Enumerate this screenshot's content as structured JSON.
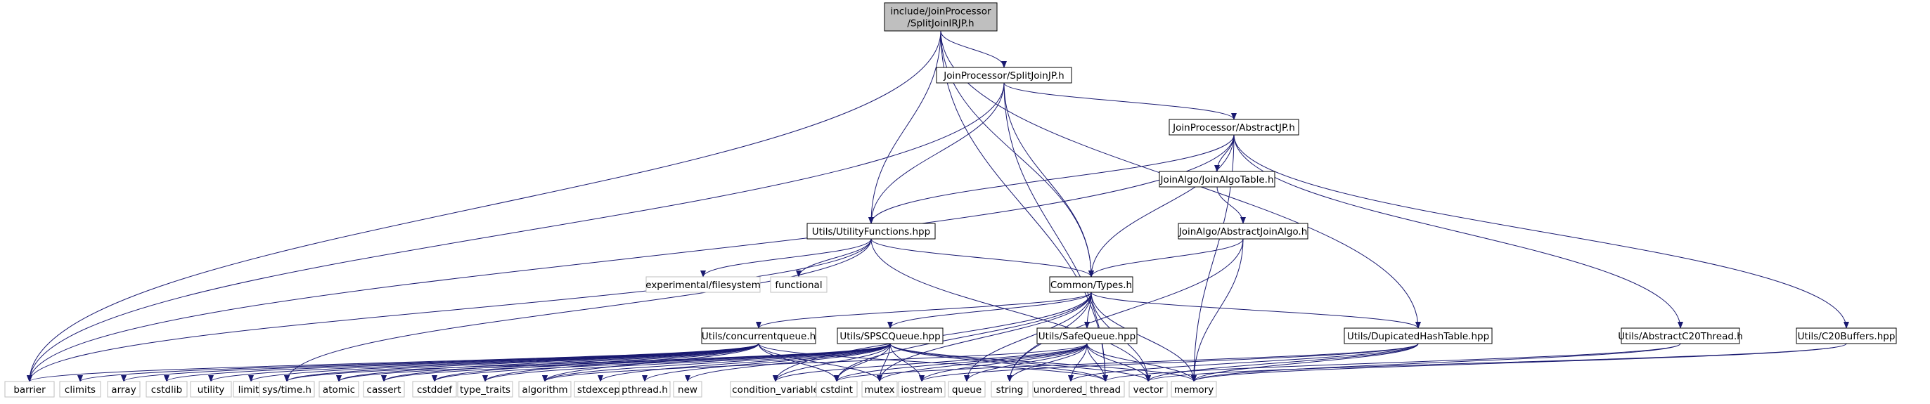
{
  "graph": {
    "colors": {
      "edge": "#191970",
      "node_border": "#000000",
      "root_fill": "#bfbfbf",
      "internal_fill": "#ffffff",
      "external_border": "#bfbfbf"
    },
    "nodes": [
      {
        "id": "root",
        "lines": [
          "include/JoinProcessor",
          "/SplitJoinIRJP.h"
        ],
        "kind": "root"
      },
      {
        "id": "splitjoin",
        "lines": [
          "JoinProcessor/SplitJoinJP.h"
        ],
        "kind": "internal"
      },
      {
        "id": "abstractjp",
        "lines": [
          "JoinProcessor/AbstractJP.h"
        ],
        "kind": "internal"
      },
      {
        "id": "utilfunc",
        "lines": [
          "Utils/UtilityFunctions.hpp"
        ],
        "kind": "internal"
      },
      {
        "id": "joinalgotable",
        "lines": [
          "JoinAlgo/JoinAlgoTable.h"
        ],
        "kind": "internal"
      },
      {
        "id": "abstractjoinalgo",
        "lines": [
          "JoinAlgo/AbstractJoinAlgo.h"
        ],
        "kind": "internal"
      },
      {
        "id": "types",
        "lines": [
          "Common/Types.h"
        ],
        "kind": "internal"
      },
      {
        "id": "concurrentqueue",
        "lines": [
          "Utils/concurrentqueue.h"
        ],
        "kind": "internal"
      },
      {
        "id": "spscqueue",
        "lines": [
          "Utils/SPSCQueue.hpp"
        ],
        "kind": "internal"
      },
      {
        "id": "safequeue",
        "lines": [
          "Utils/SafeQueue.hpp"
        ],
        "kind": "internal"
      },
      {
        "id": "duphash",
        "lines": [
          "Utils/DupicatedHashTable.hpp"
        ],
        "kind": "internal"
      },
      {
        "id": "abstractc20",
        "lines": [
          "Utils/AbstractC20Thread.h"
        ],
        "kind": "internal"
      },
      {
        "id": "c20buffers",
        "lines": [
          "Utils/C20Buffers.hpp"
        ],
        "kind": "internal"
      },
      {
        "id": "expfs",
        "lines": [
          "experimental/filesystem"
        ],
        "kind": "external"
      },
      {
        "id": "functional",
        "lines": [
          "functional"
        ],
        "kind": "external"
      },
      {
        "id": "barrier",
        "lines": [
          "barrier"
        ],
        "kind": "external"
      },
      {
        "id": "climits",
        "lines": [
          "climits"
        ],
        "kind": "external"
      },
      {
        "id": "array",
        "lines": [
          "array"
        ],
        "kind": "external"
      },
      {
        "id": "cstdlib",
        "lines": [
          "cstdlib"
        ],
        "kind": "external"
      },
      {
        "id": "utility",
        "lines": [
          "utility"
        ],
        "kind": "external"
      },
      {
        "id": "limits",
        "lines": [
          "limits"
        ],
        "kind": "external"
      },
      {
        "id": "systime",
        "lines": [
          "sys/time.h"
        ],
        "kind": "external"
      },
      {
        "id": "atomic",
        "lines": [
          "atomic"
        ],
        "kind": "external"
      },
      {
        "id": "cassert",
        "lines": [
          "cassert"
        ],
        "kind": "external"
      },
      {
        "id": "cstddef",
        "lines": [
          "cstddef"
        ],
        "kind": "external"
      },
      {
        "id": "typetraits",
        "lines": [
          "type_traits"
        ],
        "kind": "external"
      },
      {
        "id": "algorithm",
        "lines": [
          "algorithm"
        ],
        "kind": "external"
      },
      {
        "id": "stdexcept",
        "lines": [
          "stdexcept"
        ],
        "kind": "external"
      },
      {
        "id": "pthread",
        "lines": [
          "pthread.h"
        ],
        "kind": "external"
      },
      {
        "id": "new",
        "lines": [
          "new"
        ],
        "kind": "external"
      },
      {
        "id": "condvar",
        "lines": [
          "condition_variable"
        ],
        "kind": "external"
      },
      {
        "id": "cstdint",
        "lines": [
          "cstdint"
        ],
        "kind": "external"
      },
      {
        "id": "mutex",
        "lines": [
          "mutex"
        ],
        "kind": "external"
      },
      {
        "id": "iostream",
        "lines": [
          "iostream"
        ],
        "kind": "external"
      },
      {
        "id": "queue",
        "lines": [
          "queue"
        ],
        "kind": "external"
      },
      {
        "id": "string",
        "lines": [
          "string"
        ],
        "kind": "external"
      },
      {
        "id": "unorderedmap",
        "lines": [
          "unordered_map"
        ],
        "kind": "external"
      },
      {
        "id": "thread",
        "lines": [
          "thread"
        ],
        "kind": "external"
      },
      {
        "id": "vector",
        "lines": [
          "vector"
        ],
        "kind": "external"
      },
      {
        "id": "memory",
        "lines": [
          "memory"
        ],
        "kind": "external"
      }
    ],
    "edges": [
      [
        "root",
        "splitjoin"
      ],
      [
        "root",
        "utilfunc"
      ],
      [
        "root",
        "types"
      ],
      [
        "root",
        "duphash"
      ],
      [
        "root",
        "barrier"
      ],
      [
        "root",
        "thread"
      ],
      [
        "splitjoin",
        "abstractjp"
      ],
      [
        "splitjoin",
        "utilfunc"
      ],
      [
        "splitjoin",
        "types"
      ],
      [
        "splitjoin",
        "barrier"
      ],
      [
        "splitjoin",
        "thread"
      ],
      [
        "abstractjp",
        "joinalgotable"
      ],
      [
        "abstractjp",
        "utilfunc"
      ],
      [
        "abstractjp",
        "types"
      ],
      [
        "abstractjp",
        "abstractc20"
      ],
      [
        "abstractjp",
        "c20buffers"
      ],
      [
        "abstractjp",
        "memory"
      ],
      [
        "abstractjp",
        "barrier"
      ],
      [
        "joinalgotable",
        "abstractjoinalgo"
      ],
      [
        "abstractjoinalgo",
        "types"
      ],
      [
        "abstractjoinalgo",
        "memory"
      ],
      [
        "abstractjoinalgo",
        "string"
      ],
      [
        "utilfunc",
        "types"
      ],
      [
        "utilfunc",
        "expfs"
      ],
      [
        "utilfunc",
        "functional"
      ],
      [
        "utilfunc",
        "systime"
      ],
      [
        "utilfunc",
        "barrier"
      ],
      [
        "utilfunc",
        "vector"
      ],
      [
        "types",
        "concurrentqueue"
      ],
      [
        "types",
        "spscqueue"
      ],
      [
        "types",
        "safequeue"
      ],
      [
        "types",
        "duphash"
      ],
      [
        "types",
        "cstdint"
      ],
      [
        "types",
        "queue"
      ],
      [
        "types",
        "string"
      ],
      [
        "types",
        "vector"
      ],
      [
        "types",
        "memory"
      ],
      [
        "types",
        "mutex"
      ],
      [
        "types",
        "condvar"
      ],
      [
        "concurrentqueue",
        "barrier"
      ],
      [
        "concurrentqueue",
        "climits"
      ],
      [
        "concurrentqueue",
        "array"
      ],
      [
        "concurrentqueue",
        "cstdlib"
      ],
      [
        "concurrentqueue",
        "utility"
      ],
      [
        "concurrentqueue",
        "limits"
      ],
      [
        "concurrentqueue",
        "systime"
      ],
      [
        "concurrentqueue",
        "atomic"
      ],
      [
        "concurrentqueue",
        "cassert"
      ],
      [
        "concurrentqueue",
        "cstddef"
      ],
      [
        "concurrentqueue",
        "typetraits"
      ],
      [
        "concurrentqueue",
        "algorithm"
      ],
      [
        "concurrentqueue",
        "cstdint"
      ],
      [
        "concurrentqueue",
        "mutex"
      ],
      [
        "concurrentqueue",
        "thread"
      ],
      [
        "spscqueue",
        "systime"
      ],
      [
        "spscqueue",
        "atomic"
      ],
      [
        "spscqueue",
        "cassert"
      ],
      [
        "spscqueue",
        "cstddef"
      ],
      [
        "spscqueue",
        "typetraits"
      ],
      [
        "spscqueue",
        "algorithm"
      ],
      [
        "spscqueue",
        "stdexcept"
      ],
      [
        "spscqueue",
        "pthread"
      ],
      [
        "spscqueue",
        "new"
      ],
      [
        "spscqueue",
        "condvar"
      ],
      [
        "spscqueue",
        "cstdint"
      ],
      [
        "spscqueue",
        "mutex"
      ],
      [
        "spscqueue",
        "iostream"
      ],
      [
        "spscqueue",
        "memory"
      ],
      [
        "spscqueue",
        "vector"
      ],
      [
        "spscqueue",
        "thread"
      ],
      [
        "safequeue",
        "algorithm"
      ],
      [
        "safequeue",
        "condvar"
      ],
      [
        "safequeue",
        "cstdint"
      ],
      [
        "safequeue",
        "mutex"
      ],
      [
        "safequeue",
        "iostream"
      ],
      [
        "safequeue",
        "queue"
      ],
      [
        "safequeue",
        "string"
      ],
      [
        "safequeue",
        "unorderedmap"
      ],
      [
        "safequeue",
        "vector"
      ],
      [
        "safequeue",
        "memory"
      ],
      [
        "safequeue",
        "thread"
      ],
      [
        "duphash",
        "iostream"
      ],
      [
        "duphash",
        "unorderedmap"
      ],
      [
        "duphash",
        "vector"
      ],
      [
        "duphash",
        "memory"
      ],
      [
        "duphash",
        "cstdint"
      ],
      [
        "abstractc20",
        "thread"
      ],
      [
        "abstractc20",
        "memory"
      ],
      [
        "c20buffers",
        "vector"
      ],
      [
        "c20buffers",
        "memory"
      ]
    ]
  }
}
